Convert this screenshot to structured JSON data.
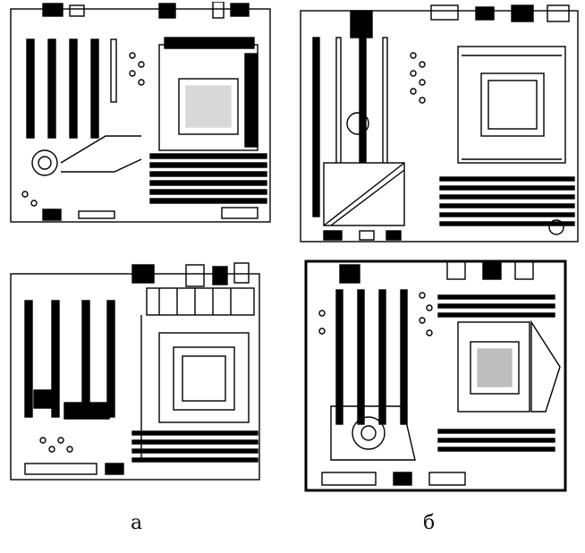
{
  "figure": {
    "captions": {
      "left": "а",
      "right": "б"
    },
    "colors": {
      "ink": "#000000",
      "paper": "#ffffff"
    },
    "boards": [
      {
        "id": "board-tl",
        "column": "а",
        "socket": "cpu-socket-square"
      },
      {
        "id": "board-tr",
        "column": "б",
        "socket": "cpu-socket-square"
      },
      {
        "id": "board-bl",
        "column": "а",
        "socket": "cpu-socket-pga"
      },
      {
        "id": "board-br",
        "column": "б",
        "socket": "cpu-socket-square"
      }
    ]
  }
}
